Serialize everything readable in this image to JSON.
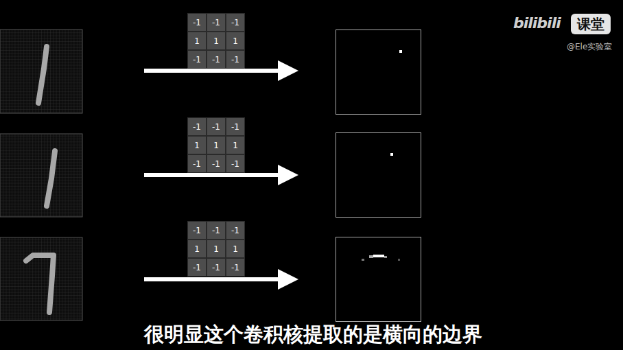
{
  "diagram": {
    "caption": "很明显这个卷积核提取的是横向的边界",
    "labels": [
      "bilibili",
      "课堂",
      "@Ele实验室",
      "-1",
      "-1",
      "-1",
      "1",
      "1",
      "1",
      "-1",
      "-1",
      "-1",
      "-1",
      "-1",
      "-1",
      "1",
      "1",
      "1",
      "-1",
      "-1",
      "-1",
      "-1",
      "-1",
      "-1",
      "1",
      "1",
      "1",
      "-1",
      "-1",
      "-1"
    ]
  }
}
